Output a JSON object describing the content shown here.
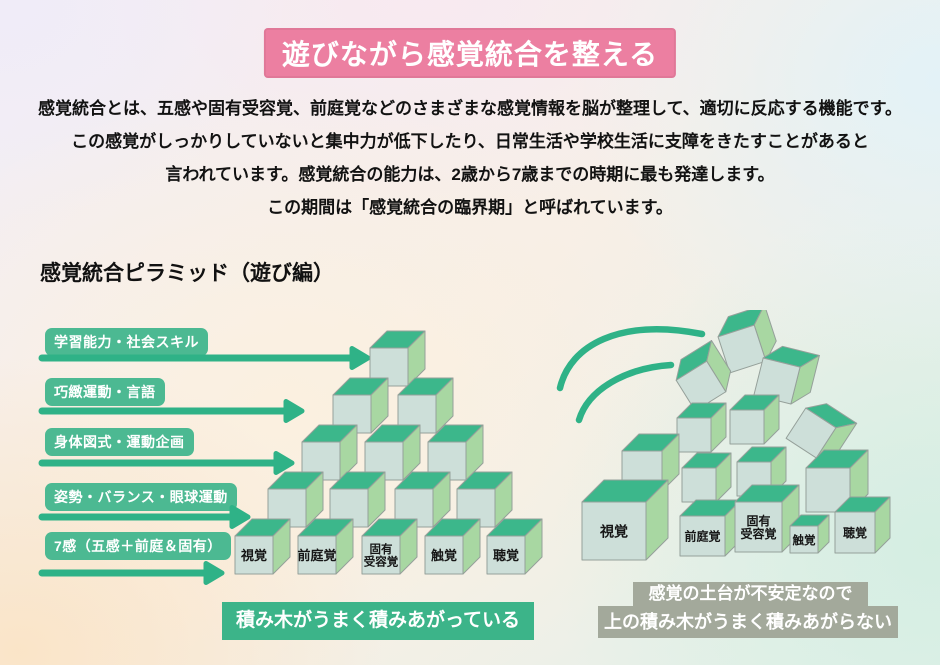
{
  "title": "遊びながら感覚統合を整える",
  "intro_lines": [
    "感覚統合とは、五感や固有受容覚、前庭覚などのさまざまな感覚情報を脳が整理して、適切に反応する機能です。",
    "この感覚がしっかりしていないと集中力が低下したり、日常生活や学校生活に支障をきたすことがあると",
    "言われています。感覚統合の能力は、2歳から7歳までの時期に最も発達します。",
    "この期間は「感覚統合の臨界期」と呼ばれています。"
  ],
  "section_heading": "感覚統合ピラミッド（遊び編）",
  "pyramid": {
    "level_labels": [
      "学習能力・社会スキル",
      "巧緻運動・言語",
      "身体図式・運動企画",
      "姿勢・バランス・眼球運動",
      "7感（五感＋前庭＆固有）"
    ],
    "base_senses": [
      "視覚",
      "前庭覚",
      "固有\n受容覚",
      "触覚",
      "聴覚"
    ],
    "caption": "積み木がうまく積みあがっている"
  },
  "unstable": {
    "base_senses": [
      "視覚",
      "前庭覚",
      "固有\n受容覚",
      "触覚",
      "聴覚"
    ],
    "caption_lines": [
      "感覚の土台が不安定なので",
      "上の積み木がうまく積みあがらない"
    ]
  },
  "colors": {
    "title_bg": "#ec7fa1",
    "level_label_bg": "#4cb992",
    "caption_ok_bg": "#3cb489",
    "caption_bad_bg": "#a3a99b",
    "cube_top": "#3cb78b",
    "cube_front": "#cddfd9",
    "cube_side": "#a8d7a2",
    "cube_outline": "#95a09a",
    "arrow": "#2fb287",
    "text": "#161616"
  }
}
